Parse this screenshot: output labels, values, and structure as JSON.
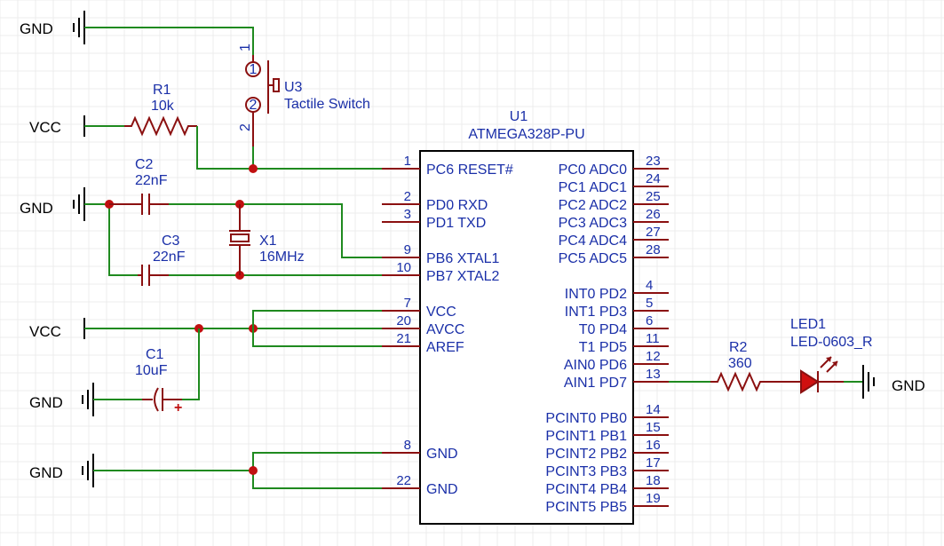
{
  "net_labels": {
    "gnd_top": "GND",
    "vcc_r1": "VCC",
    "gnd_caps": "GND",
    "vcc_avcc": "VCC",
    "gnd_c1": "GND",
    "gnd_mcu": "GND",
    "gnd_led": "GND"
  },
  "components": {
    "r1": {
      "ref": "R1",
      "value": "10k"
    },
    "c2": {
      "ref": "C2",
      "value": "22nF"
    },
    "c3": {
      "ref": "C3",
      "value": "22nF"
    },
    "x1": {
      "ref": "X1",
      "value": "16MHz"
    },
    "c1": {
      "ref": "C1",
      "value": "10uF",
      "polarity": "+"
    },
    "u3": {
      "ref": "U3",
      "value": "Tactile Switch",
      "pin1": "1",
      "pin2": "2",
      "pin1_num": "1",
      "pin2_num": "2"
    },
    "u1": {
      "ref": "U1",
      "value": "ATMEGA328P-PU"
    },
    "r2": {
      "ref": "R2",
      "value": "360"
    },
    "led1": {
      "ref": "LED1",
      "value": "LED-0603_R"
    }
  },
  "u1_left_pins": [
    {
      "num": "1",
      "name": "PC6 RESET#"
    },
    {
      "num": "2",
      "name": "PD0 RXD"
    },
    {
      "num": "3",
      "name": "PD1 TXD"
    },
    {
      "num": "9",
      "name": "PB6 XTAL1"
    },
    {
      "num": "10",
      "name": "PB7 XTAL2"
    },
    {
      "num": "7",
      "name": "VCC"
    },
    {
      "num": "20",
      "name": "AVCC"
    },
    {
      "num": "21",
      "name": "AREF"
    },
    {
      "num": "8",
      "name": "GND"
    },
    {
      "num": "22",
      "name": "GND"
    }
  ],
  "u1_right_pins": [
    {
      "num": "23",
      "name": "PC0 ADC0"
    },
    {
      "num": "24",
      "name": "PC1 ADC1"
    },
    {
      "num": "25",
      "name": "PC2 ADC2"
    },
    {
      "num": "26",
      "name": "PC3 ADC3"
    },
    {
      "num": "27",
      "name": "PC4 ADC4"
    },
    {
      "num": "28",
      "name": "PC5 ADC5"
    },
    {
      "num": "4",
      "name": "INT0 PD2"
    },
    {
      "num": "5",
      "name": "INT1 PD3"
    },
    {
      "num": "6",
      "name": "T0 PD4"
    },
    {
      "num": "11",
      "name": "T1 PD5"
    },
    {
      "num": "12",
      "name": "AIN0 PD6"
    },
    {
      "num": "13",
      "name": "AIN1 PD7"
    },
    {
      "num": "14",
      "name": "PCINT0 PB0"
    },
    {
      "num": "15",
      "name": "PCINT1 PB1"
    },
    {
      "num": "16",
      "name": "PCINT2 PB2"
    },
    {
      "num": "17",
      "name": "PCINT3 PB3"
    },
    {
      "num": "18",
      "name": "PCINT4 PB4"
    },
    {
      "num": "19",
      "name": "PCINT5 PB5"
    }
  ]
}
